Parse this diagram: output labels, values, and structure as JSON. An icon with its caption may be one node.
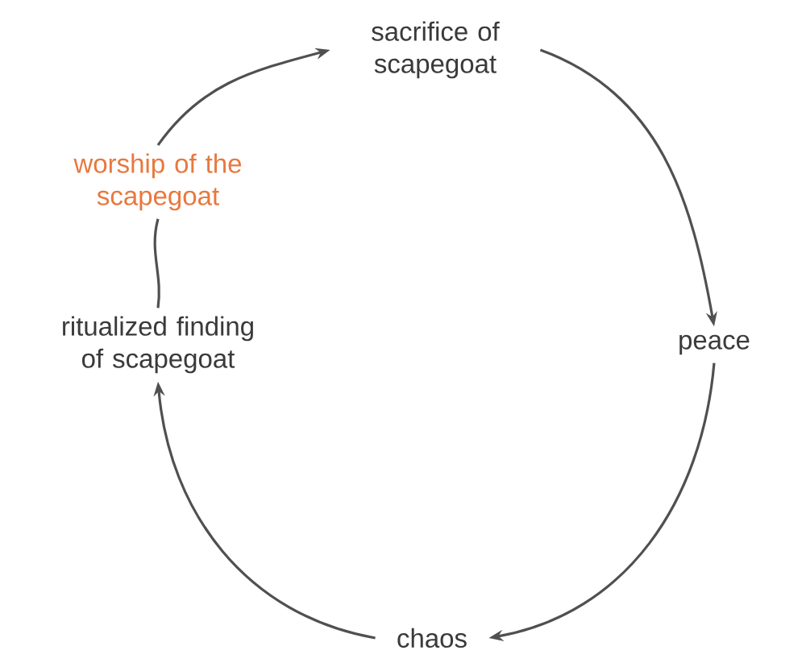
{
  "diagram": {
    "nodes": [
      {
        "text": [
          "sacrifice of scapegoat"
        ]
      },
      {
        "text": [
          "peace"
        ]
      },
      {
        "text": [
          "chaos"
        ]
      },
      {
        "text": [
          "ritualized finding of scapegoat"
        ]
      },
      {
        "text": [
          "worship of the scapegoat"
        ]
      }
    ],
    "edges": [
      {
        "from": 0,
        "to": 1,
        "arrow": "to"
      },
      {
        "from": 1,
        "to": 2,
        "arrow": "to"
      },
      {
        "from": 2,
        "to": 3,
        "arrow": "to"
      },
      {
        "from": 3,
        "to": 4,
        "arrow": "none"
      },
      {
        "from": 4,
        "to": 0,
        "arrow": "to"
      }
    ]
  }
}
